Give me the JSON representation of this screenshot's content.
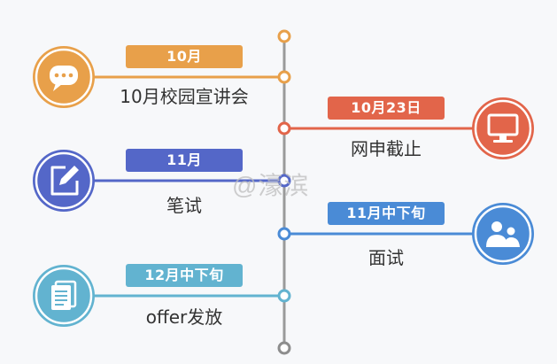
{
  "colors": {
    "orange": "#e8a04a",
    "red": "#e2654a",
    "indigo": "#5467c8",
    "blue": "#4a8bd6",
    "teal": "#62b3d0",
    "axis": "#8d8d8d"
  },
  "events": [
    {
      "badge": "10月",
      "label": "10月校园宣讲会",
      "icon": "chat-bubble-icon",
      "color": "#e8a04a",
      "side": "left"
    },
    {
      "badge": "10月23日",
      "label": "网申截止",
      "icon": "computer-monitor-icon",
      "color": "#e2654a",
      "side": "right"
    },
    {
      "badge": "11月",
      "label": "笔试",
      "icon": "edit-pencil-icon",
      "color": "#5467c8",
      "side": "left"
    },
    {
      "badge": "11月中下旬",
      "label": "面试",
      "icon": "people-group-icon",
      "color": "#4a8bd6",
      "side": "right"
    },
    {
      "badge": "12月中下旬",
      "label": "offer发放",
      "icon": "document-icon",
      "color": "#62b3d0",
      "side": "left"
    }
  ],
  "watermark": "@濠滨"
}
